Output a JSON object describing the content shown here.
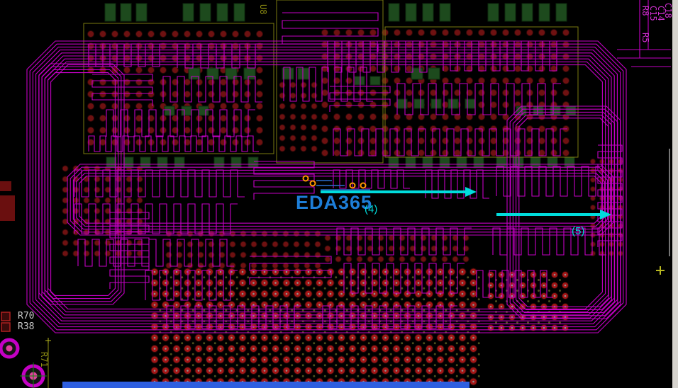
{
  "colors": {
    "trace": "#c400c4",
    "pad_dark": "#6e1111",
    "pad_bright": "#a31616",
    "pad_ring": "#2e0808",
    "green_pad": "#1d4a1d",
    "outline": "#7a7a10",
    "cyan": "#00dcdc",
    "watermark_blue": "#1d7ed8",
    "label_magenta": "#cf2fcf",
    "gray_text": "#c8c8c8",
    "olive_text": "#8f8f12",
    "bar_blue": "#2e5fe0",
    "panel_gray": "#d6d3ce",
    "testpoint_orange": "#ff9800",
    "blue_trace": "#2a6fd0",
    "pink": "#e0409e"
  },
  "watermark": {
    "text": "EDA365"
  },
  "callouts": {
    "arrow4": "(4)",
    "arrow5": "(5)"
  },
  "designators": {
    "u8": "U8",
    "c18": "C18",
    "c15": "C15",
    "c14": "C14",
    "r8": "R8",
    "r5": "R5",
    "r70": "R70",
    "r38": "R38",
    "r71": "R71"
  }
}
